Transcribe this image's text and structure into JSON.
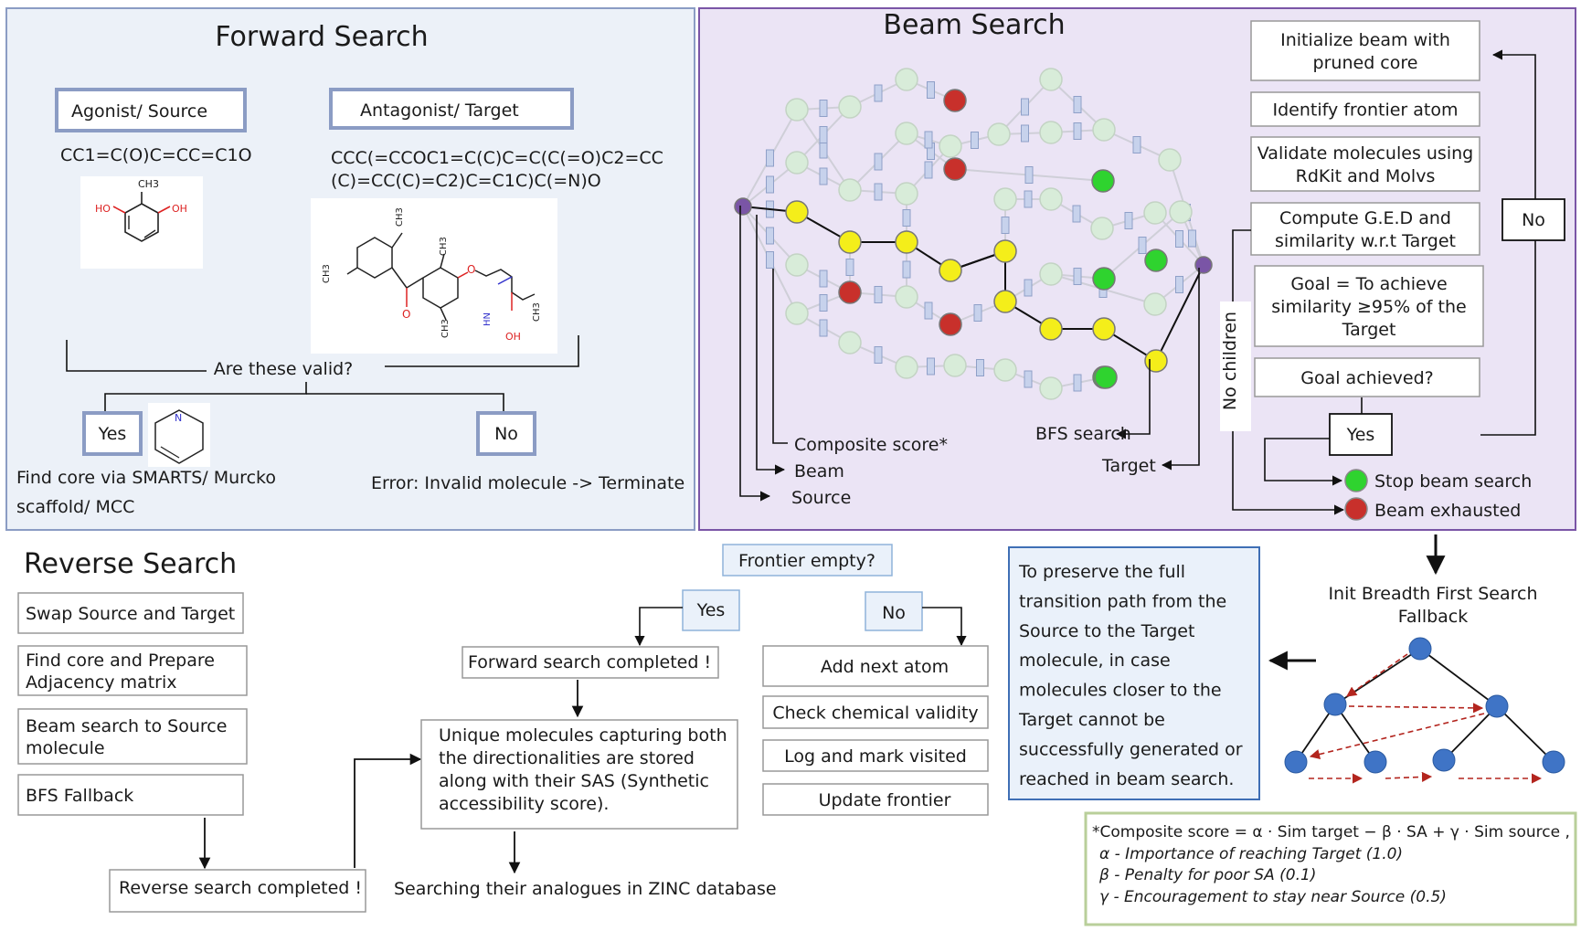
{
  "forward": {
    "title": "Forward Search",
    "source_label": "Agonist/ Source",
    "target_label": "Antagonist/ Target",
    "source_smiles": "CC1=C(O)C=CC=C1O",
    "target_smiles_line1": "CCC(=CCOC1=C(C)C=C(C(=O)C2=CC",
    "target_smiles_line2": "(C)=CC(C)=C2)C=C1C)C(=N)O",
    "question": "Are these valid?",
    "yes": "Yes",
    "no": "No",
    "yes_action_line1": "Find core via SMARTS/ Murcko",
    "yes_action_line2": "scaffold/ MCC",
    "no_action": "Error: Invalid molecule -> Terminate",
    "src_atoms": {
      "ch3": "CH3",
      "oh_left": "HO",
      "oh_right": "OH"
    },
    "tgt_atoms": {
      "ch3_a": "CH3",
      "ch3_b": "CH3",
      "ch3_c": "CH3",
      "ch3_d": "CH3",
      "ch3_e": "CH3",
      "o_ether": "O",
      "o_keto": "O",
      "nh": "HN",
      "oh": "OH"
    },
    "pyridine_n": "N"
  },
  "beam": {
    "title": "Beam Search",
    "steps": [
      "Initialize beam with|pruned core",
      "Identify frontier atom",
      "Validate molecules using|RdKit and Molvs",
      "Compute G.E.D and|similarity w.r.t Target",
      "Goal = To achieve|similarity ≥95% of the|Target",
      "Goal achieved?"
    ],
    "no_label": "No",
    "yes_label": "Yes",
    "no_children": "No children",
    "composite_score": "Composite score*",
    "beam": "Beam",
    "source": "Source",
    "bfs_search": "BFS search",
    "target": "Target",
    "stop_beam": "Stop beam search",
    "beam_exhausted": "Beam exhausted",
    "colors": {
      "yellow": "#f4ee1a",
      "green": "#2fd32f",
      "red": "#c8302b",
      "pale": "#d8ecd9",
      "purple": "#7a55a6",
      "panel": "#ebe4f5"
    }
  },
  "reverse": {
    "title": "Reverse Search",
    "steps": [
      "Swap Source and Target",
      "Find core and Prepare|Adjacency matrix",
      "Beam search to Source|molecule",
      "BFS Fallback"
    ],
    "completed": "Reverse search completed !"
  },
  "frontier": {
    "question": "Frontier empty?",
    "yes": "Yes",
    "no": "No",
    "forward_completed": "Forward search completed !",
    "unique_text": "Unique molecules capturing both|the directionalities are stored|along with their SAS (Synthetic|accessibility score).",
    "zinc": "Searching their analogues in ZINC database",
    "loop_steps": [
      "Add next atom",
      "Check chemical validity",
      "Log and mark visited",
      "Update frontier"
    ]
  },
  "bfs": {
    "note": "To preserve the full|transition path from the|Source to the Target|molecule, in case|molecules closer to the|Target cannot be|successfully generated or|reached in beam search.",
    "title_line1": "Init Breadth First Search",
    "title_line2": "Fallback"
  },
  "formula": {
    "line1": "*Composite score    = α · Sim target  − β · SA +  γ · Sim source ,",
    "line2": "α  -  Importance of reaching Target (1.0)",
    "line3": "β  - Penalty for poor SA (0.1)",
    "line4": "γ  -  Encouragement to stay near Source (0.5)"
  }
}
